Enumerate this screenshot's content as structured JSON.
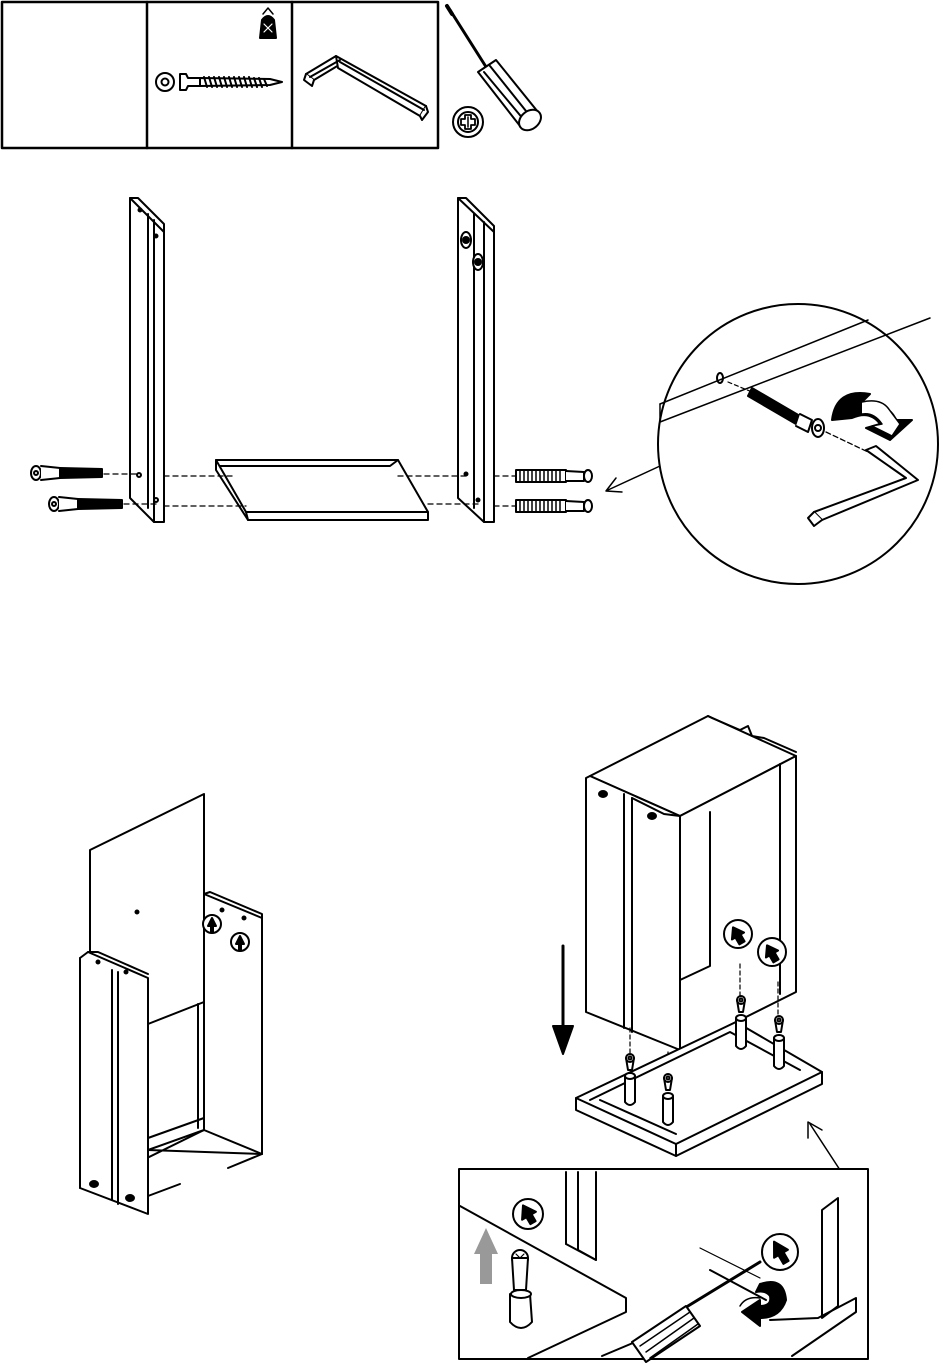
{
  "page": {
    "background": "#ffffff",
    "ink": "#000000",
    "accent_arrow": "#999999"
  },
  "parts_panel": {
    "boxes": [
      {
        "content": "empty"
      },
      {
        "content": "screw-with-washer",
        "bag_icon": "parts-bag-icon"
      },
      {
        "content": "allen-key-icon"
      }
    ],
    "loose_tool": "screwdriver-icon",
    "loose_symbol": "phillips-head-icon"
  },
  "steps": [
    {
      "id": "step-1",
      "description_icons": [
        "side-panel-left",
        "bottom-shelf",
        "side-panel-right",
        "cam-bolts",
        "allen-key-detail"
      ]
    },
    {
      "id": "step-2",
      "description_icons": [
        "back-panel-insertion"
      ]
    },
    {
      "id": "step-3",
      "description_icons": [
        "carcass-lowered-onto-plinth",
        "down-arrow",
        "cam-lock-detail"
      ]
    }
  ]
}
